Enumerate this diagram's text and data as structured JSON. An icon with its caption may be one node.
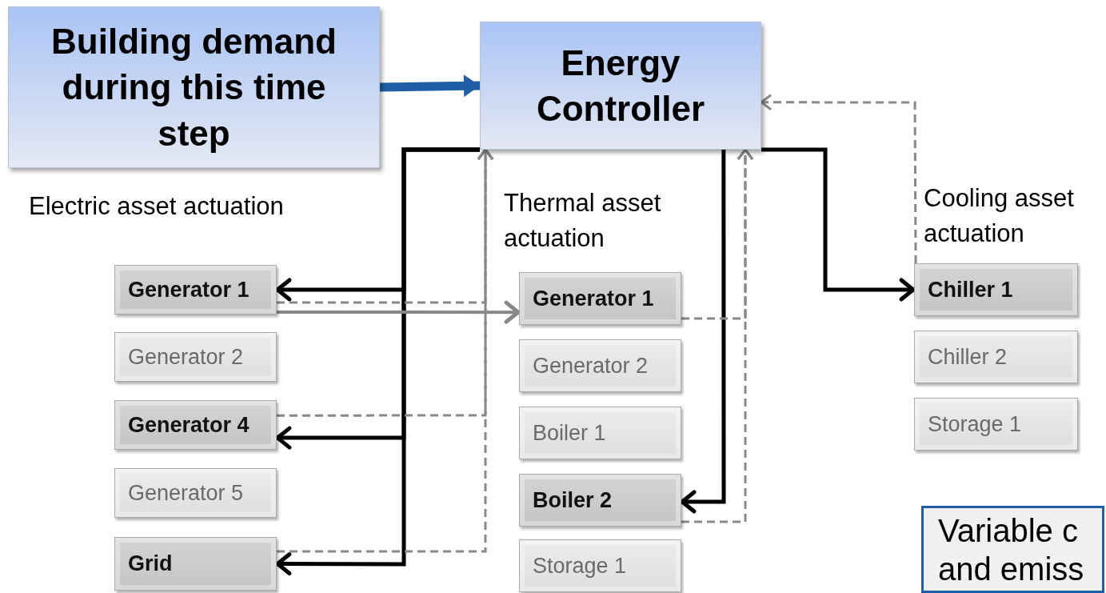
{
  "diagram": {
    "nodes": [
      {
        "text": [
          "Building demand during this time step"
        ]
      },
      {
        "text": [
          "Energy Controller"
        ]
      },
      {
        "text": [
          "Generator 1"
        ]
      },
      {
        "text": [
          "Generator 2"
        ]
      },
      {
        "text": [
          "Generator 4"
        ]
      },
      {
        "text": [
          "Generator 5"
        ]
      },
      {
        "text": [
          "Grid"
        ]
      },
      {
        "text": [
          "Generator 1"
        ]
      },
      {
        "text": [
          "Generator 2"
        ]
      },
      {
        "text": [
          "Boiler 1"
        ]
      },
      {
        "text": [
          "Boiler 2"
        ]
      },
      {
        "text": [
          "Storage 1"
        ]
      },
      {
        "text": [
          "Chiller 1"
        ]
      },
      {
        "text": [
          "Chiller 2"
        ]
      },
      {
        "text": [
          "Storage 1"
        ]
      },
      {
        "text": [
          "Variable c and emiss"
        ]
      }
    ],
    "edges": [
      {
        "from": 0,
        "to": 1,
        "arrow": "to",
        "style": "thick",
        "color": "#1f5fa8"
      },
      {
        "from": 1,
        "to": 2,
        "arrow": "to",
        "color": "#000000"
      },
      {
        "from": 1,
        "to": 4,
        "arrow": "to",
        "color": "#000000"
      },
      {
        "from": 1,
        "to": 6,
        "arrow": "to",
        "color": "#000000"
      },
      {
        "from": 1,
        "to": 10,
        "arrow": "to",
        "color": "#000000"
      },
      {
        "from": 1,
        "to": 12,
        "arrow": "to",
        "color": "#000000"
      },
      {
        "from": 2,
        "to": 1,
        "arrow": "to",
        "style": "dashed",
        "color": "#888888"
      },
      {
        "from": 4,
        "to": 1,
        "arrow": "to",
        "style": "dashed",
        "color": "#888888"
      },
      {
        "from": 6,
        "to": 1,
        "arrow": "to",
        "style": "dashed",
        "color": "#888888"
      },
      {
        "from": 7,
        "to": 1,
        "arrow": "to",
        "style": "dashed",
        "color": "#888888"
      },
      {
        "from": 10,
        "to": 1,
        "arrow": "to",
        "style": "dashed",
        "color": "#888888"
      },
      {
        "from": 12,
        "to": 1,
        "arrow": "to",
        "style": "dashed",
        "color": "#888888"
      },
      {
        "from": 2,
        "to": 7,
        "arrow": "to",
        "color": "#888888"
      }
    ],
    "labels": [
      "Electric asset actuation",
      "Thermal asset actuation",
      "Cooling asset actuation"
    ]
  }
}
